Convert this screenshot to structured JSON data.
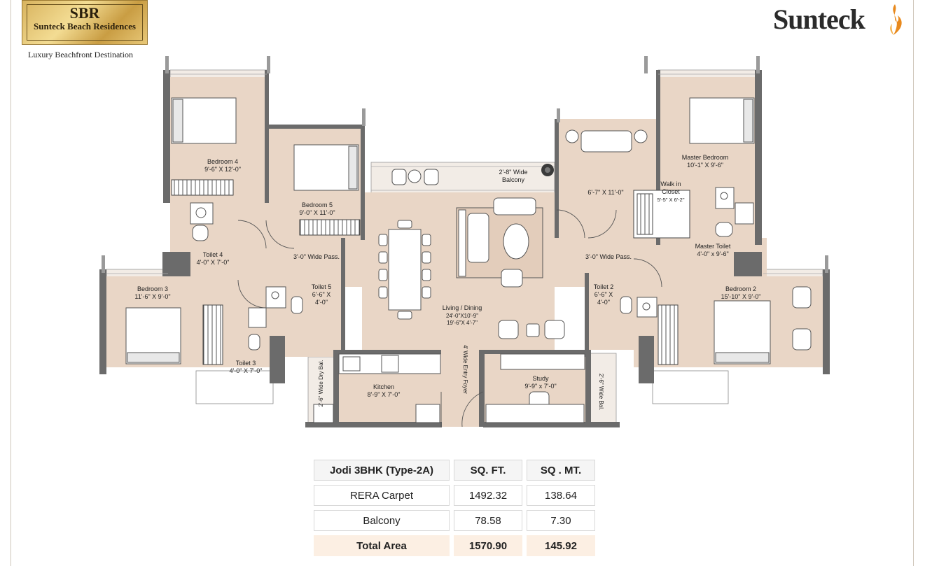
{
  "header": {
    "logo_short": "SBR",
    "logo_full": "Sunteck Beach Residences",
    "tagline": "Luxury Beachfront Destination",
    "brand": "Sunteck"
  },
  "rooms": {
    "bedroom4": {
      "name": "Bedroom 4",
      "dim": "9'-6\" X 12'-0\""
    },
    "bedroom5": {
      "name": "Bedroom 5",
      "dim": "9'-0\" X 11'-0\""
    },
    "bedroom3": {
      "name": "Bedroom 3",
      "dim": "11'-6\" X 9'-0\""
    },
    "toilet4": {
      "name": "Toilet 4",
      "dim": "4'-0\" X 7'-0\""
    },
    "toilet5": {
      "name": "Toilet 5",
      "dim1": "6'-6\" X",
      "dim2": "4'-0\""
    },
    "toilet3": {
      "name": "Toilet 3",
      "dim": "4'-0\" X 7'-0\""
    },
    "pass_left": "3'-0\" Wide Pass.",
    "pass_right": "3'-0\" Wide Pass.",
    "balcony_top": {
      "line1": "2'-8\" Wide",
      "line2": "Balcony"
    },
    "living": {
      "name": "Living / Dining",
      "dim1": "24'-0\"X10'-9\"",
      "dim2": "19'-6\"X 4'-7\""
    },
    "foyer": "4' Wide Entry Foyer",
    "kitchen": {
      "name": "Kitchen",
      "dim": "8'-9\" X 7'-0\""
    },
    "dry_balcony": "2'-6\" Wide Dry Bal.",
    "study": {
      "name": "Study",
      "dim": "9'-9\" x 7'-0\""
    },
    "study_balcony": "2'-6\" Wide Bal.",
    "lobby_dim": "6'-7\" X 11'-0\"",
    "master_bedroom": {
      "name": "Master Bedroom",
      "dim": "10'-1\" X 9'-6\""
    },
    "walkin": {
      "line1": "Walk in",
      "line2": "Closet",
      "dim": "5'-5\" X 6'-2\""
    },
    "master_toilet": {
      "name": "Master Toilet",
      "dim": "4'-0\" x 9'-6\""
    },
    "toilet2": {
      "name": "Toilet 2",
      "dim1": "6'-6\" X",
      "dim2": "4'-0\""
    },
    "bedroom2": {
      "name": "Bedroom 2",
      "dim": "15'-10\" X 9'-0\""
    }
  },
  "area_table": {
    "headers": [
      "Jodi 3BHK (Type-2A)",
      "SQ. FT.",
      "SQ . MT."
    ],
    "rows": [
      {
        "label": "RERA Carpet",
        "sqft": "1492.32",
        "sqmt": "138.64"
      },
      {
        "label": "Balcony",
        "sqft": "78.58",
        "sqmt": "7.30"
      },
      {
        "label": "Total Area",
        "sqft": "1570.90",
        "sqmt": "145.92"
      }
    ]
  },
  "colors": {
    "floor": "#e9d6c6",
    "wall": "#6b6b6b",
    "balcony": "#f2ece6",
    "total_row": "#fcefe3",
    "logo_gold": "#d8b35e",
    "flame_orange": "#e8891d"
  },
  "icons": [
    "compass-icon",
    "flame-icon"
  ]
}
